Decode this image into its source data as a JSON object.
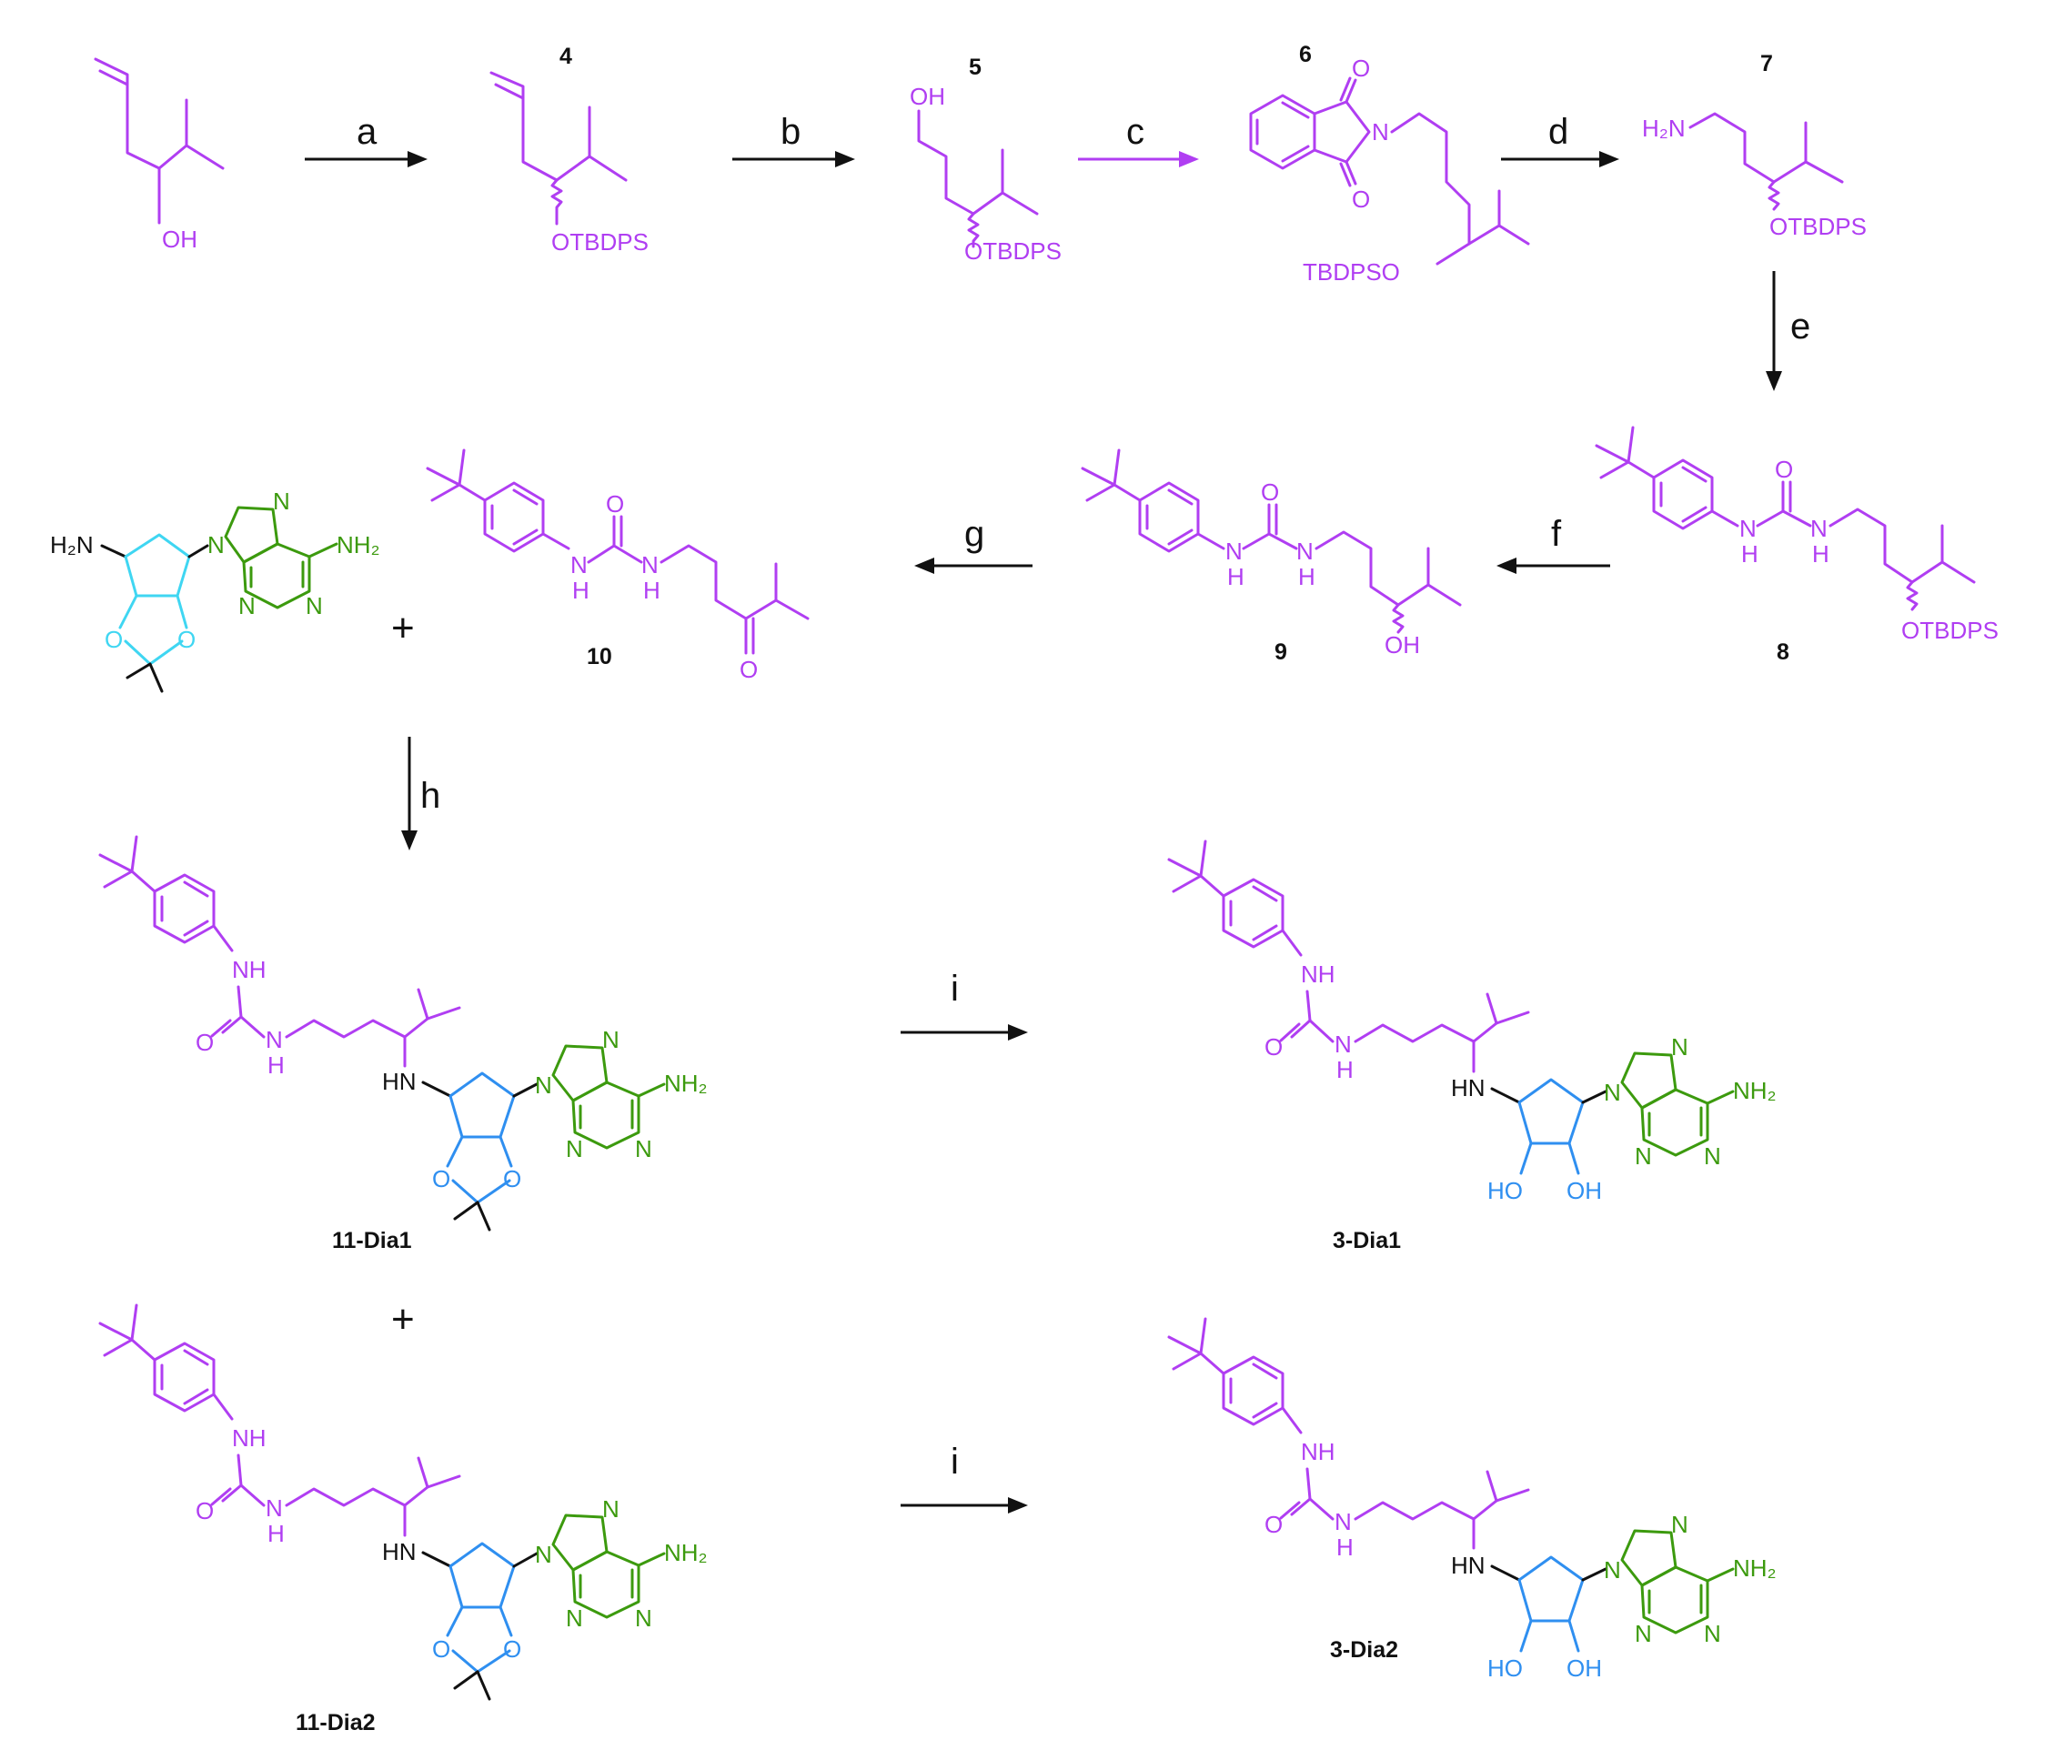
{
  "compounds": {
    "c4": "4",
    "c5": "5",
    "c6": "6",
    "c7": "7",
    "c8": "8",
    "c9": "9",
    "c10": "10",
    "c11_dia1": "11-Dia1",
    "c11_dia2": "11-Dia2",
    "c3_dia1": "3-Dia1",
    "c3_dia2": "3-Dia2"
  },
  "steps": {
    "a": "a",
    "b": "b",
    "c": "c",
    "d": "d",
    "e": "e",
    "f": "f",
    "g": "g",
    "h": "h",
    "i1": "i",
    "i2": "i"
  },
  "plus": {
    "p1": "+",
    "p2": "+"
  },
  "atoms": {
    "oh": "OH",
    "otbdps": "OTBDPS",
    "tbdpso": "TBDPSO",
    "h2n": "H₂N",
    "nh2": "NH₂",
    "nh": "NH",
    "hn": "HN",
    "n": "N",
    "h": "H",
    "o": "O",
    "ho": "HO"
  },
  "colors": {
    "side_chain": "#b03ef2",
    "adenine": "#3c9a0e",
    "ribose_diol": "#2f8ff0",
    "acetonide_amine": "#3fd6f2",
    "text": "#111111"
  }
}
